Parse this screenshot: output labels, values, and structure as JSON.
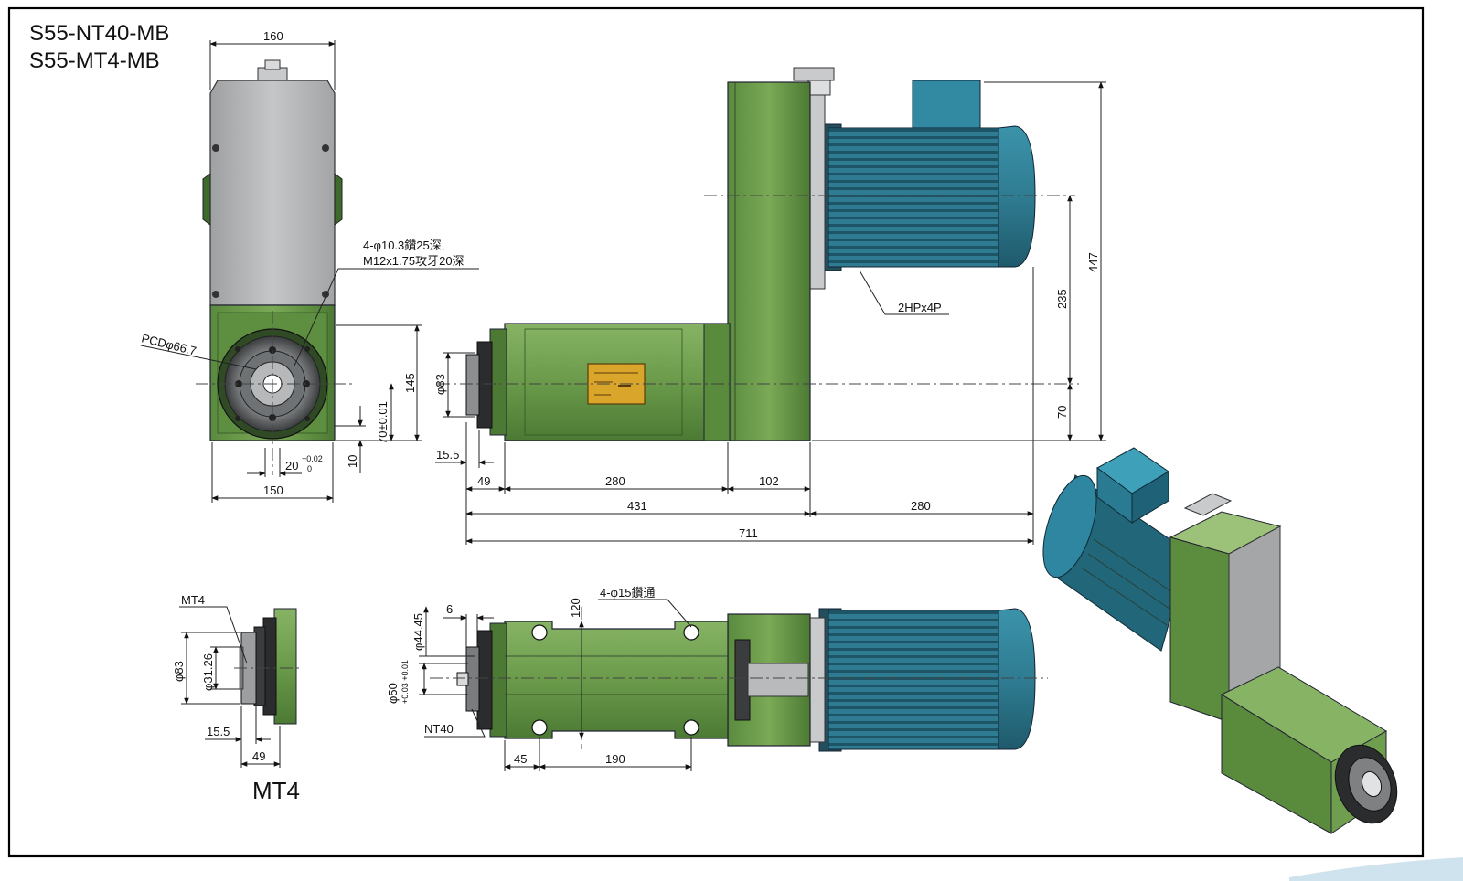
{
  "titles": {
    "model_nt40": "S55-NT40-MB",
    "model_mt4": "S55-MT4-MB",
    "mt4_view": "MT4"
  },
  "callouts": {
    "holes_line1": "4-φ10.3鑽25深,",
    "holes_line2": "M12x1.75攻牙20深",
    "pcd": "PCDφ66.7",
    "motor": "2HPx4P",
    "through_holes": "4-φ15鑽通",
    "nt40": "NT40",
    "mt4": "MT4"
  },
  "dims_front": {
    "width_top": "160",
    "width_bottom": "150",
    "height_145": "145",
    "center_70": "70±0.01",
    "key_20": "20",
    "key_tol_plus": "+0.02",
    "key_tol_zero": "0",
    "offset_10": "10"
  },
  "dims_side": {
    "dia_83": "φ83",
    "len_15_5": "15.5",
    "len_49": "49",
    "len_280a": "280",
    "len_102": "102",
    "len_431": "431",
    "len_280b": "280",
    "len_711": "711",
    "h_447": "447",
    "h_235": "235",
    "h_70": "70"
  },
  "dims_mt4": {
    "dia_83": "φ83",
    "dia_31_26": "φ31.26",
    "len_15_5": "15.5",
    "len_49": "49"
  },
  "dims_top": {
    "dia_44_45": "φ44.45",
    "len_6": "6",
    "dia_50": "φ50",
    "dia_50_tol": "+0.03 +0.01",
    "h_120": "120",
    "len_45": "45",
    "len_190": "190"
  },
  "colors": {
    "housing_green": "#6a9a4a",
    "housing_green_dark": "#4c7a34",
    "housing_green_light": "#86b464",
    "motor_blue": "#2f7c92",
    "motor_blue_dark": "#1f5a6c",
    "cover_gray": "#b4b6b8",
    "plate_yellow": "#d9a52a",
    "frame": "#000000"
  }
}
